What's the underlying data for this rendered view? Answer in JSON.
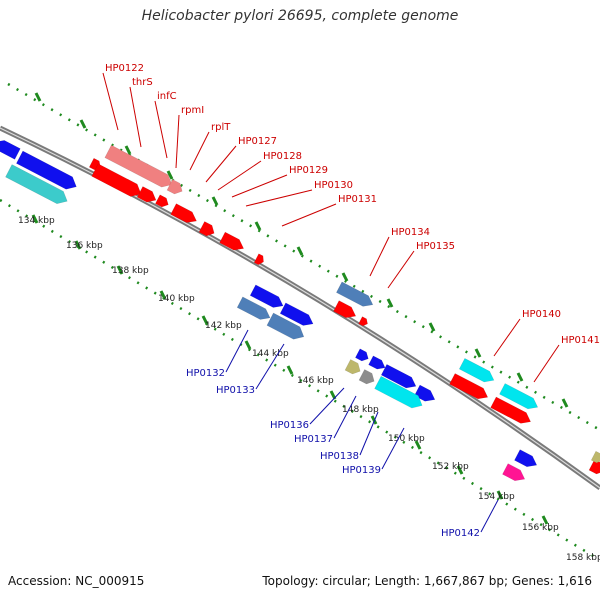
{
  "title": "Helicobacter pylori 26695, complete genome",
  "footer": {
    "accession": "Accession: NC_000915",
    "summary": "Topology: circular; Length: 1,667,867 bp; Genes: 1,616"
  },
  "colors": {
    "backbone": "#7a7a7a",
    "tick": "#1f8a1f",
    "label_forward": "#cc0000",
    "label_reverse": "#1010aa",
    "red": "#ff0000",
    "pink": "#f08080",
    "blue": "#1010ee",
    "steelblue": "#4f7fb8",
    "cyan": "#00e5ee",
    "teal": "#3ccbcb",
    "khaki": "#bdb76b",
    "gray": "#8c8c8c",
    "magenta": "#ff1493"
  },
  "ruler": {
    "unit": "kbp",
    "labels": [
      "134 kbp",
      "136 kbp",
      "138 kbp",
      "140 kbp",
      "142 kbp",
      "144 kbp",
      "146 kbp",
      "148 kbp",
      "150 kbp",
      "152 kbp",
      "154 kbp",
      "156 kbp",
      "158 kbp"
    ]
  },
  "forward_labels": [
    "HP0122",
    "thrS",
    "infC",
    "rpmI",
    "rplT",
    "HP0127",
    "HP0128",
    "HP0129",
    "HP0130",
    "HP0131",
    "HP0134",
    "HP0135",
    "HP0140",
    "HP0141"
  ],
  "reverse_labels": [
    "HP0132",
    "HP0133",
    "HP0136",
    "HP0137",
    "HP0138",
    "HP0139",
    "HP0142"
  ]
}
